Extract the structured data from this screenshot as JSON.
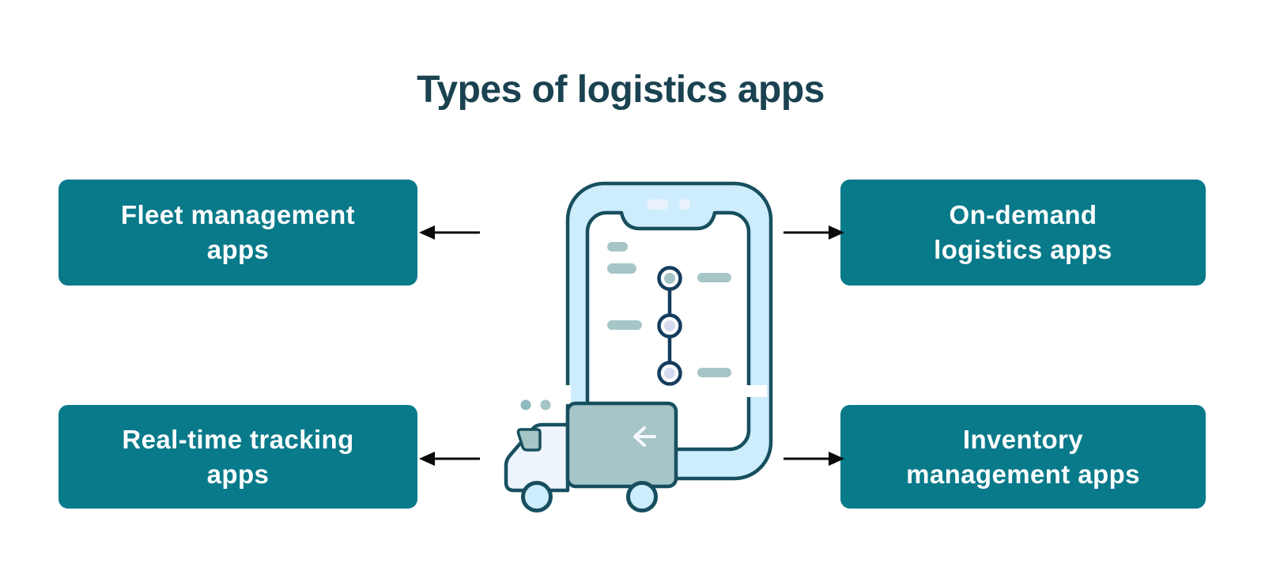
{
  "title": "Types of logistics apps",
  "boxes": {
    "fleet": {
      "label": "Fleet management\napps"
    },
    "on_demand": {
      "label": "On-demand\nlogistics apps"
    },
    "real_time": {
      "label": "Real-time tracking\napps"
    },
    "inventory": {
      "label": "Inventory\nmanagement apps"
    }
  },
  "illustration": {
    "name": "smartphone-with-delivery-truck",
    "parts": [
      "smartphone",
      "notch",
      "speaker",
      "camera",
      "map-route-timeline",
      "route-stops",
      "map-label-pills",
      "delivery-truck",
      "cargo-left-arrow",
      "wheels",
      "motion-dots"
    ]
  },
  "colors": {
    "box_teal": "#097a8a",
    "box_text": "#ffffff",
    "title_dark": "#1a4251",
    "outline_dark_teal": "#174f5f",
    "route_navy": "#143c5e",
    "bezel_light_blue": "#cdedfc",
    "screen_white": "#ffffff",
    "pill_sage": "#a6c5c6",
    "stop_lavender": "#d6daf0",
    "truck_cab": "#eef4fc",
    "arrow_black": "#0a0a0a"
  }
}
